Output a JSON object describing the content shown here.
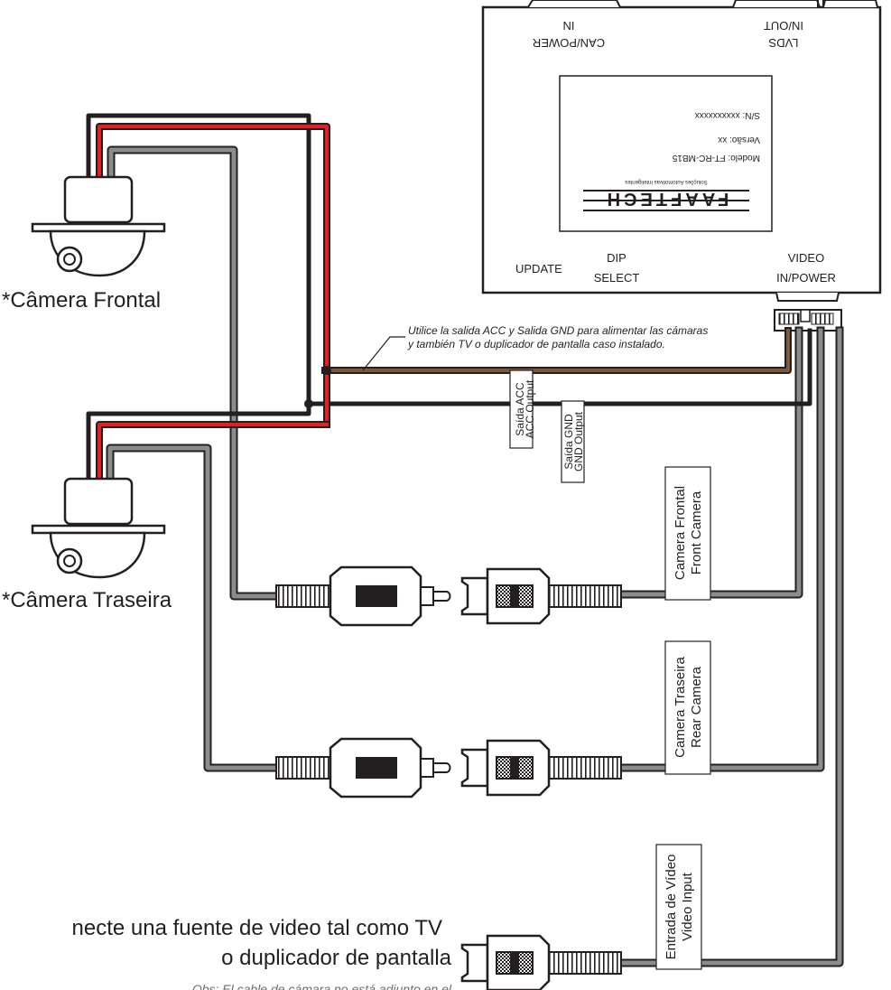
{
  "module": {
    "connectors": {
      "can_power": [
        "IN",
        "CAN/POWER"
      ],
      "lvds": [
        "IN/OUT",
        "LVDS"
      ]
    },
    "label_plate": {
      "serial": "S/N: xxxxxxxxxx",
      "version": "Versão: xx",
      "model": "Modelo: FT-RC-MB15",
      "brand": "FAAFTECH",
      "tagline": "Soluções Automotivas Inteligentes"
    },
    "ports": {
      "update": "UPDATE",
      "dip_line1": "DIP",
      "dip_line2": "SELECT",
      "video_line1": "VIDEO",
      "video_line2": "IN/POWER"
    }
  },
  "cameras": {
    "front": "*Câmera Frontal",
    "rear": "*Câmera Traseira"
  },
  "note_line1": "Utilice la salida ACC y Salida GND para alimentar las cámaras",
  "note_line2": "y también TV o duplicador de pantalla caso instalado.",
  "acc_tag": [
    "Saída ACC",
    "ACC Output"
  ],
  "gnd_tag": [
    "Saída GND",
    "GND Output"
  ],
  "front_cable_tag": [
    "Camera Frontal",
    "Front Camera"
  ],
  "rear_cable_tag": [
    "Camera Traseira",
    "Rear Camera"
  ],
  "video_in_tag": [
    "Entrada de Vídeo",
    "Video Input"
  ],
  "video_source": {
    "line1": "necte una fuente de video tal como TV",
    "line2": "o duplicador de pantalla",
    "footnote": "Obs: El cable de cámara no está adjunto en el"
  },
  "colors": {
    "outline": "#231f20",
    "red_wire": "#e31e24",
    "black_wire": "#231f20",
    "gray_wire": "#8c8c8c",
    "brown_wire": "#7a5a3a"
  }
}
